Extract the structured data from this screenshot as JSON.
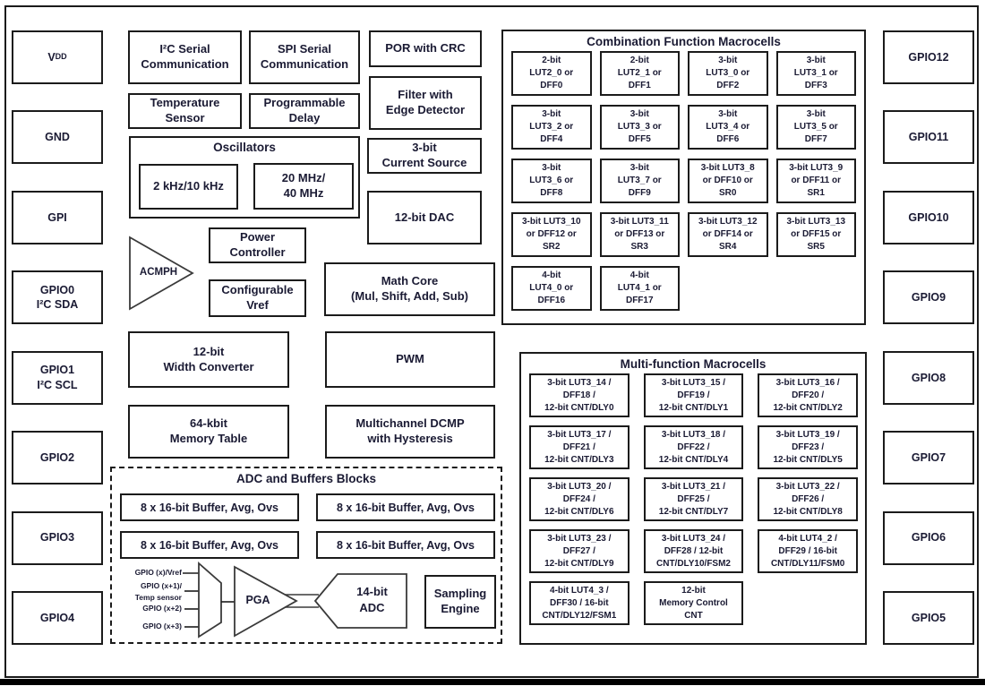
{
  "colors": {
    "border": "#1b1b1b",
    "text": "#1a1a33",
    "bottom_bar": "#000000",
    "background": "#ffffff"
  },
  "pins": {
    "vdd_main": "V",
    "vdd_sub": "DD",
    "left": [
      "GND",
      "GPI",
      "GPIO0\nI²C SDA",
      "GPIO1\nI²C SCL",
      "GPIO2",
      "GPIO3",
      "GPIO4"
    ],
    "right": [
      "GPIO12",
      "GPIO11",
      "GPIO10",
      "GPIO9",
      "GPIO8",
      "GPIO7",
      "GPIO6",
      "GPIO5"
    ]
  },
  "blocks": {
    "i2c": "I²C Serial\nCommunication",
    "spi": "SPI Serial\nCommunication",
    "por": "POR with CRC",
    "temp_sensor": "Temperature\nSensor",
    "prog_delay": "Programmable\nDelay",
    "filter": "Filter with\nEdge Detector",
    "current_source": "3-bit\nCurrent Source",
    "dac": "12-bit DAC",
    "acmph": "ACMPH",
    "power_controller": "Power\nController",
    "config_vref": "Configurable\nVref",
    "math_core": "Math Core\n(Mul, Shift, Add, Sub)",
    "width_converter": "12-bit\nWidth Converter",
    "pwm": "PWM",
    "memory_table": "64-kbit\nMemory Table",
    "dcmp": "Multichannel DCMP\nwith Hysteresis"
  },
  "oscillators": {
    "title": "Oscillators",
    "low": "2 kHz/10 kHz",
    "high": "20 MHz/\n40 MHz"
  },
  "comb_macrocells": {
    "title": "Combination Function Macrocells",
    "cells": [
      "2-bit\nLUT2_0 or\nDFF0",
      "2-bit\nLUT2_1 or\nDFF1",
      "3-bit\nLUT3_0 or\nDFF2",
      "3-bit\nLUT3_1 or\nDFF3",
      "3-bit\nLUT3_2 or\nDFF4",
      "3-bit\nLUT3_3 or\nDFF5",
      "3-bit\nLUT3_4 or\nDFF6",
      "3-bit\nLUT3_5 or\nDFF7",
      "3-bit\nLUT3_6 or\nDFF8",
      "3-bit\nLUT3_7 or\nDFF9",
      "3-bit LUT3_8\nor DFF10 or\nSR0",
      "3-bit LUT3_9\nor DFF11 or\nSR1",
      "3-bit LUT3_10\nor DFF12 or\nSR2",
      "3-bit LUT3_11\nor DFF13 or\nSR3",
      "3-bit LUT3_12\nor DFF14 or\nSR4",
      "3-bit LUT3_13\nor DFF15 or\nSR5",
      "4-bit\nLUT4_0 or\nDFF16",
      "4-bit\nLUT4_1 or\nDFF17"
    ]
  },
  "multi_macrocells": {
    "title": "Multi-function Macrocells",
    "cells": [
      "3-bit LUT3_14 /\nDFF18 /\n12-bit CNT/DLY0",
      "3-bit LUT3_15 /\nDFF19 /\n12-bit CNT/DLY1",
      "3-bit LUT3_16 /\nDFF20 /\n12-bit CNT/DLY2",
      "3-bit LUT3_17 /\nDFF21 /\n12-bit CNT/DLY3",
      "3-bit LUT3_18 /\nDFF22 /\n12-bit CNT/DLY4",
      "3-bit LUT3_19 /\nDFF23 /\n12-bit CNT/DLY5",
      "3-bit LUT3_20 /\nDFF24 /\n12-bit CNT/DLY6",
      "3-bit LUT3_21 /\nDFF25 /\n12-bit CNT/DLY7",
      "3-bit LUT3_22 /\nDFF26 /\n12-bit CNT/DLY8",
      "3-bit LUT3_23 /\nDFF27 /\n12-bit CNT/DLY9",
      "3-bit LUT3_24 /\nDFF28 / 12-bit\nCNT/DLY10/FSM2",
      "4-bit LUT4_2 /\nDFF29 / 16-bit\nCNT/DLY11/FSM0",
      "4-bit LUT4_3 /\nDFF30 / 16-bit\nCNT/DLY12/FSM1",
      "12-bit\nMemory Control\nCNT"
    ]
  },
  "adc_block": {
    "title": "ADC and Buffers Blocks",
    "buffers": [
      "8 x 16-bit Buffer, Avg, Ovs",
      "8 x 16-bit Buffer, Avg, Ovs",
      "8 x 16-bit Buffer, Avg, Ovs",
      "8 x 16-bit Buffer, Avg, Ovs"
    ],
    "inputs": [
      "GPIO (x)/Vref",
      "GPIO (x+1)/",
      "Temp sensor",
      "GPIO (x+2)",
      "GPIO (x+3)"
    ],
    "pga": "PGA",
    "adc": "14-bit\nADC",
    "sampling_engine": "Sampling\nEngine"
  }
}
